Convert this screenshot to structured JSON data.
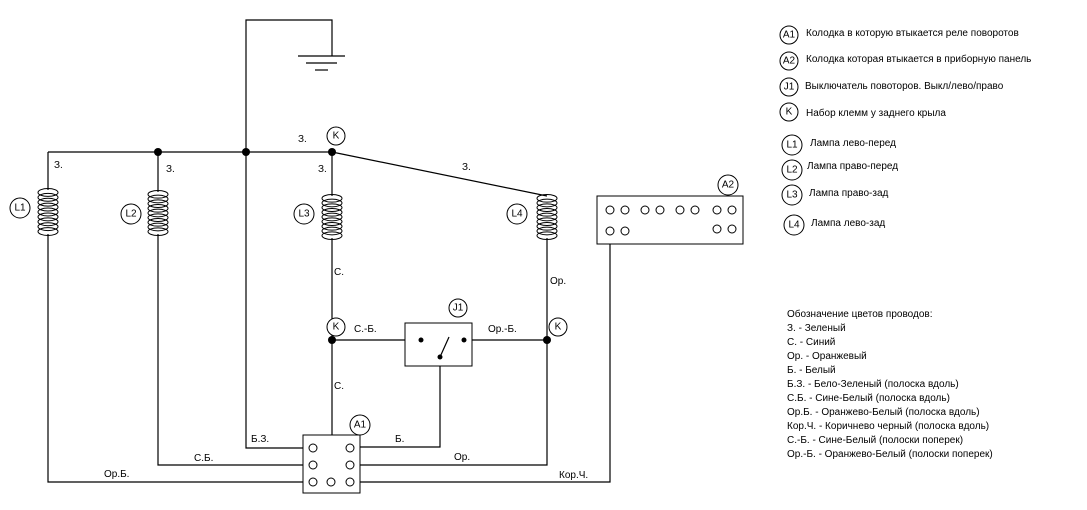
{
  "diagram": {
    "ground_label": "",
    "wire_labels": {
      "z1": "З.",
      "z2": "З.",
      "z3": "З.",
      "z4": "З.",
      "z5": "З.",
      "s_top": "С.",
      "s_bottom": "С.",
      "or_right": "Ор.",
      "sb_switch": "С.-Б.",
      "orb_switch": "Ор.-Б.",
      "bz": "Б.З.",
      "b": "Б.",
      "sb_bottom": "С.Б.",
      "or_bottom": "Ор.",
      "orb_bottom": "Ор.Б.",
      "korch": "Кор.Ч."
    },
    "components": {
      "L1": "L1",
      "L2": "L2",
      "L3": "L3",
      "L4": "L4",
      "K_top": "K",
      "K_left": "K",
      "K_right": "K",
      "J1": "J1",
      "A1": "A1",
      "A2": "A2"
    }
  },
  "legend": {
    "items": [
      {
        "code": "A1",
        "text": "Колодка в которую втыкается реле поворотов"
      },
      {
        "code": "A2",
        "text": "Колодка которая втыкается в приборную панель"
      },
      {
        "code": "J1",
        "text": "Выключатель повоторов. Выкл/лево/право"
      },
      {
        "code": "K",
        "text": "Набор клемм у заднего крыла"
      },
      {
        "code": "L1",
        "text": "Лампа лево-перед"
      },
      {
        "code": "L2",
        "text": "Лампа право-перед"
      },
      {
        "code": "L3",
        "text": "Лампа право-зад"
      },
      {
        "code": "L4",
        "text": "Лампа лево-зад"
      }
    ]
  },
  "colors_legend": {
    "title": "Обозначение цветов проводов:",
    "items": [
      "З. - Зеленый",
      "С. - Синий",
      "Ор. - Оранжевый",
      "Б. - Белый",
      "Б.З. - Бело-Зеленый (полоска вдоль)",
      "С.Б. - Сине-Белый (полоска вдоль)",
      "Ор.Б. - Оранжево-Белый (полоска вдоль)",
      "Кор.Ч. - Коричнево черный (полоска вдоль)",
      "С.-Б. - Сине-Белый (полоски поперек)",
      "Ор.-Б. - Оранжево-Белый (полоски поперек)"
    ]
  }
}
